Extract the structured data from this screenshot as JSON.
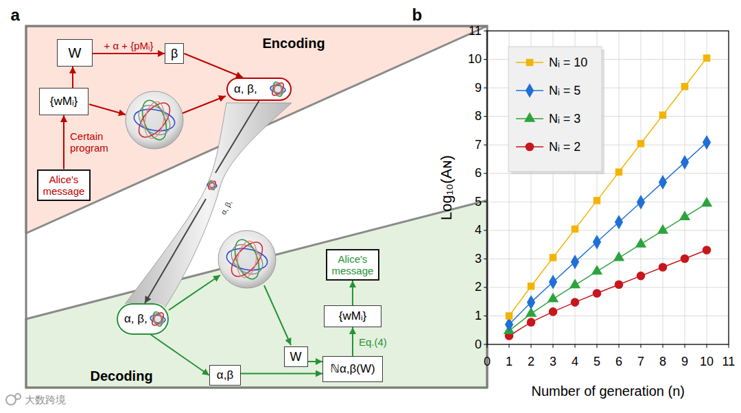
{
  "diagram": {
    "nodes": [
      {
        "text": [
          "Encoding"
        ]
      },
      {
        "text": [
          "W"
        ],
        "in": 0
      },
      {
        "text": [
          "β"
        ],
        "in": 0
      },
      {
        "text": [
          "{wMᵢ}"
        ],
        "in": 0
      },
      {
        "text": [
          "α, β,"
        ],
        "in": 0
      },
      {
        "text": [
          "Alice's message"
        ],
        "in": 0
      },
      {
        "text": [
          "Decoding"
        ]
      },
      {
        "text": [
          "α, β,"
        ],
        "in": 6
      },
      {
        "text": [
          "Alice's message"
        ],
        "in": 6
      },
      {
        "text": [
          "{wMᵢ}"
        ],
        "in": 6
      },
      {
        "text": [
          "W"
        ],
        "in": 6
      },
      {
        "text": [
          "α,β"
        ],
        "in": 6
      },
      {
        "text": [
          "ℕα,β(W)"
        ],
        "in": 6
      }
    ],
    "edges": [
      {
        "from": 5,
        "to": 3,
        "arrow": "to",
        "label": "Certain program"
      },
      {
        "from": 3,
        "to": 1,
        "arrow": "to"
      },
      {
        "from": 1,
        "to": 2,
        "arrow": "to",
        "label": "+ α + {pMᵢ}"
      },
      {
        "from": 2,
        "to": 4,
        "arrow": "to"
      },
      {
        "from": 4,
        "to": 7,
        "arrow": "to"
      },
      {
        "from": 7,
        "to": 11,
        "arrow": "to"
      },
      {
        "from": 11,
        "to": 12,
        "arrow": "to"
      },
      {
        "from": 10,
        "to": 12,
        "arrow": "to"
      },
      {
        "from": 12,
        "to": 9,
        "arrow": "to",
        "label": "Eq.(4)"
      },
      {
        "from": 9,
        "to": 8,
        "arrow": "to"
      }
    ],
    "labels": [
      "a",
      "b",
      "α, β,",
      "0",
      "1",
      "2",
      "3",
      "4",
      "5",
      "6",
      "7",
      "8",
      "9",
      "10",
      "11",
      "0",
      "1",
      "2",
      "3",
      "4",
      "5",
      "6",
      "7",
      "8",
      "9",
      "10",
      "11",
      "Log₁₀(Aɴ)",
      "Number of generation (n)",
      "大数跨境"
    ],
    "legend": [
      {
        "text": "Nᵢ = 10"
      },
      {
        "text": "Nᵢ = 5"
      },
      {
        "text": "Nᵢ = 3"
      },
      {
        "text": "Nᵢ = 2"
      }
    ]
  }
}
